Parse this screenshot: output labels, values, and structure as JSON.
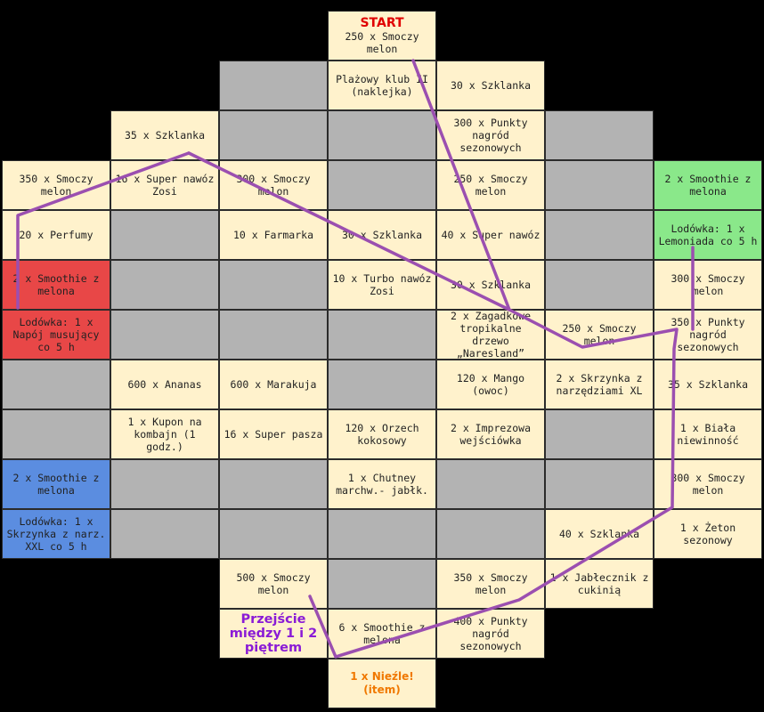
{
  "colors": {
    "prize": "#fff2cc",
    "empty": "#b3b3b3",
    "special_red": "#e84747",
    "special_green": "#8ae88a",
    "special_blue": "#5b8de0",
    "path": "#9b4fb0"
  },
  "start_label": "START",
  "cells": [
    {
      "id": "c0-0",
      "kind": "prize",
      "text": "350 x Smoczy melon"
    },
    {
      "id": "c0-1",
      "kind": "prize",
      "text": "20 x Perfumy"
    },
    {
      "id": "c0-2",
      "kind": "red",
      "text": "2 x Smoothie z melona"
    },
    {
      "id": "c0-3",
      "kind": "red",
      "text": "Lodówka: 1 x Napój musujący co 5 h"
    },
    {
      "id": "c0-4",
      "kind": "gray",
      "text": ""
    },
    {
      "id": "c0-5",
      "kind": "gray",
      "text": ""
    },
    {
      "id": "c0-6",
      "kind": "blue",
      "text": "2 x Smoothie z melona"
    },
    {
      "id": "c0-7",
      "kind": "blue",
      "text": "Lodówka: 1 x Skrzynka z narz. XXL co 5 h"
    },
    {
      "id": "c1-0",
      "kind": "prize",
      "text": "35 x Szklanka"
    },
    {
      "id": "c1-1",
      "kind": "prize",
      "text": "16 x Super nawóz Zosi"
    },
    {
      "id": "c1-2",
      "kind": "gray",
      "text": ""
    },
    {
      "id": "c1-3",
      "kind": "gray",
      "text": ""
    },
    {
      "id": "c1-4",
      "kind": "gray",
      "text": ""
    },
    {
      "id": "c1-5",
      "kind": "prize",
      "text": "600 x Ananas"
    },
    {
      "id": "c1-6",
      "kind": "prize",
      "text": "1 x Kupon na kombajn (1 godz.)"
    },
    {
      "id": "c1-7",
      "kind": "gray",
      "text": ""
    },
    {
      "id": "c1-8",
      "kind": "gray",
      "text": ""
    },
    {
      "id": "c2-0",
      "kind": "gray",
      "text": ""
    },
    {
      "id": "c2-1",
      "kind": "gray",
      "text": ""
    },
    {
      "id": "c2-2",
      "kind": "prize",
      "text": "300 x Smoczy melon"
    },
    {
      "id": "c2-3",
      "kind": "prize",
      "text": "10 x Farmarka"
    },
    {
      "id": "c2-4",
      "kind": "gray",
      "text": ""
    },
    {
      "id": "c2-5",
      "kind": "gray",
      "text": ""
    },
    {
      "id": "c2-6",
      "kind": "prize",
      "text": "600 x Marakuja"
    },
    {
      "id": "c2-7",
      "kind": "prize",
      "text": "16 x Super pasza"
    },
    {
      "id": "c2-8",
      "kind": "gray",
      "text": ""
    },
    {
      "id": "c2-9",
      "kind": "gray",
      "text": ""
    },
    {
      "id": "c2-10",
      "kind": "prize",
      "text": "500 x Smoczy melon"
    },
    {
      "id": "c2-11",
      "kind": "transfer",
      "text": "Przejście między 1 i 2 piętrem"
    },
    {
      "id": "c3-0",
      "kind": "start",
      "text": "250 x Smoczy melon"
    },
    {
      "id": "c3-1",
      "kind": "prize",
      "text": "Plażowy klub II (naklejka)"
    },
    {
      "id": "c3-2",
      "kind": "gray",
      "text": ""
    },
    {
      "id": "c3-3",
      "kind": "gray",
      "text": ""
    },
    {
      "id": "c3-4",
      "kind": "prize",
      "text": "30 x Szklanka"
    },
    {
      "id": "c3-5",
      "kind": "prize",
      "text": "10 x Turbo nawóz Zosi"
    },
    {
      "id": "c3-6",
      "kind": "gray",
      "text": ""
    },
    {
      "id": "c3-7",
      "kind": "gray",
      "text": ""
    },
    {
      "id": "c3-8",
      "kind": "prize",
      "text": "120 x Orzech kokosowy"
    },
    {
      "id": "c3-9",
      "kind": "prize",
      "text": "1 x Chutney marchw.- jabłk."
    },
    {
      "id": "c3-10",
      "kind": "gray",
      "text": ""
    },
    {
      "id": "c3-11",
      "kind": "gray",
      "text": ""
    },
    {
      "id": "c3-12",
      "kind": "prize",
      "text": "6 x Smoothie z melona"
    },
    {
      "id": "c3-13",
      "kind": "orange",
      "text": "1 x Nieźle! (item)"
    },
    {
      "id": "c4-0",
      "kind": "prize",
      "text": "30 x Szklanka"
    },
    {
      "id": "c4-1",
      "kind": "prize",
      "text": "300 x Punkty nagród sezonowych"
    },
    {
      "id": "c4-2",
      "kind": "prize",
      "text": "250 x Smoczy melon"
    },
    {
      "id": "c4-3",
      "kind": "prize",
      "text": "40 x Super nawóz"
    },
    {
      "id": "c4-4",
      "kind": "prize",
      "text": "30 x Szklanka"
    },
    {
      "id": "c4-5",
      "kind": "prize",
      "text": "2 x Zagadkowe tropikalne drzewo „Naresland”"
    },
    {
      "id": "c4-6",
      "kind": "prize",
      "text": "120 x Mango (owoc)"
    },
    {
      "id": "c4-7",
      "kind": "prize",
      "text": "2 x Imprezowa wejściówka"
    },
    {
      "id": "c4-8",
      "kind": "gray",
      "text": ""
    },
    {
      "id": "c4-9",
      "kind": "gray",
      "text": ""
    },
    {
      "id": "c4-10",
      "kind": "prize",
      "text": "350 x Smoczy melon"
    },
    {
      "id": "c4-11",
      "kind": "prize",
      "text": "400 x Punkty nagród sezonowych"
    },
    {
      "id": "c5-0",
      "kind": "gray",
      "text": ""
    },
    {
      "id": "c5-1",
      "kind": "gray",
      "text": ""
    },
    {
      "id": "c5-2",
      "kind": "gray",
      "text": ""
    },
    {
      "id": "c5-3",
      "kind": "gray",
      "text": ""
    },
    {
      "id": "c5-4",
      "kind": "prize",
      "text": "250 x Smoczy melon"
    },
    {
      "id": "c5-5",
      "kind": "prize",
      "text": "2 x Skrzynka z narzędziami XL"
    },
    {
      "id": "c5-6",
      "kind": "gray",
      "text": ""
    },
    {
      "id": "c5-7",
      "kind": "gray",
      "text": ""
    },
    {
      "id": "c5-8",
      "kind": "prize",
      "text": "40 x Szklanka"
    },
    {
      "id": "c5-9",
      "kind": "prize",
      "text": "1 x Jabłecznik z cukinią"
    },
    {
      "id": "c6-0",
      "kind": "green",
      "text": "2 x Smoothie z melona"
    },
    {
      "id": "c6-1",
      "kind": "green",
      "text": "Lodówka: 1 x Lemoniada co 5 h"
    },
    {
      "id": "c6-2",
      "kind": "prize",
      "text": "300 x Smoczy melon"
    },
    {
      "id": "c6-3",
      "kind": "prize",
      "text": "350 x Punkty nagród sezonowych"
    },
    {
      "id": "c6-4",
      "kind": "prize",
      "text": "35 x Szklanka"
    },
    {
      "id": "c6-5",
      "kind": "prize",
      "text": "1 x Biała niewinność"
    },
    {
      "id": "c6-6",
      "kind": "prize",
      "text": "300 x Smoczy melon"
    },
    {
      "id": "c6-7",
      "kind": "prize",
      "text": "1 x Żeton sezonowy"
    }
  ]
}
